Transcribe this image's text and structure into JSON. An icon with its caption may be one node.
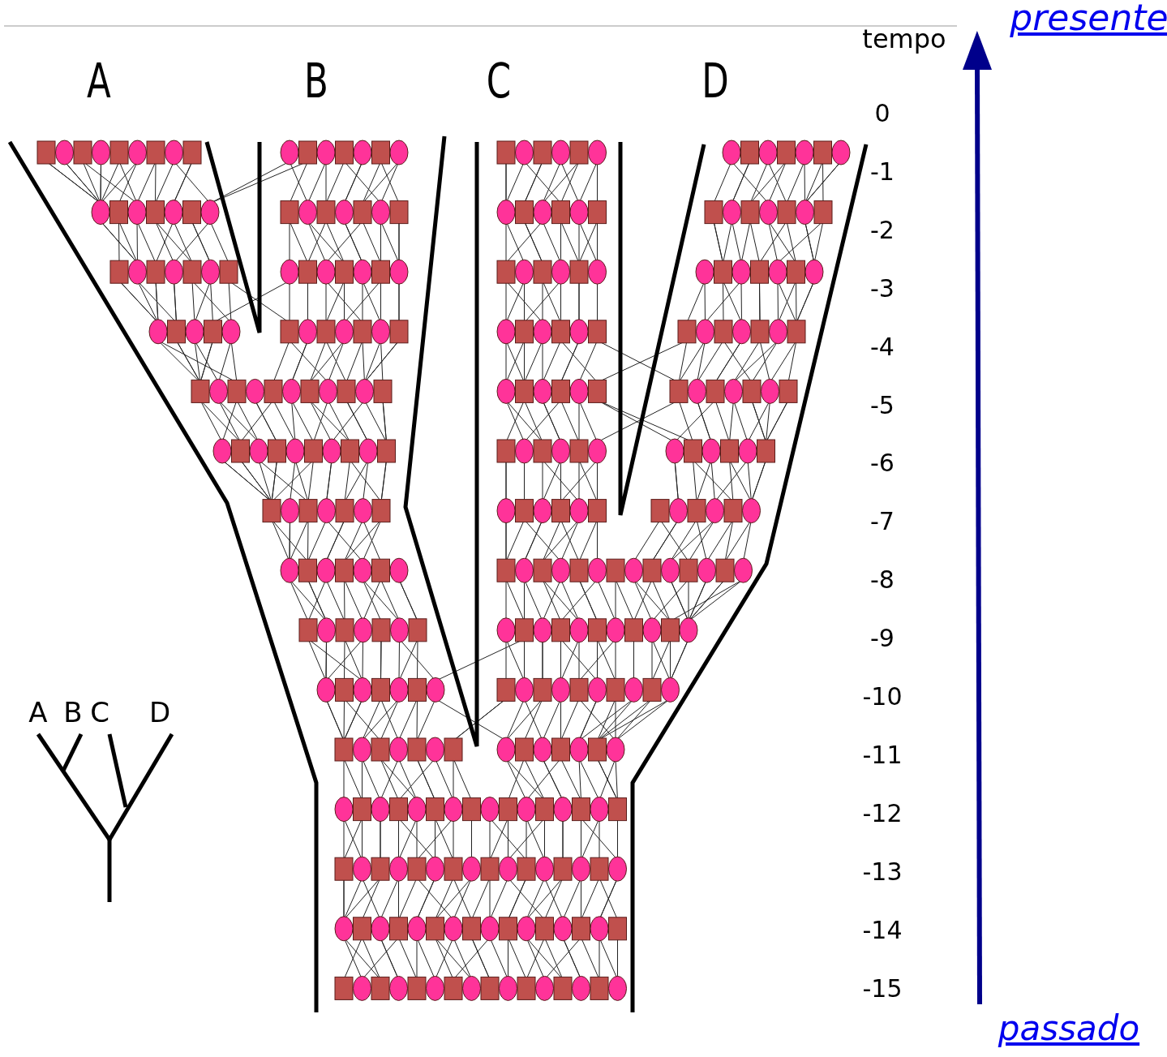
{
  "diagram": {
    "labels": [
      "A",
      "B",
      "C",
      "D",
      "tempo",
      "0",
      "-1",
      "-2",
      "-3",
      "-4",
      "-5",
      "-6",
      "-7",
      "-8",
      "-9",
      "-10",
      "-11",
      "-12",
      "-13",
      "-14",
      "-15",
      "presente",
      "passado",
      "A",
      "B",
      "C",
      "D"
    ]
  }
}
